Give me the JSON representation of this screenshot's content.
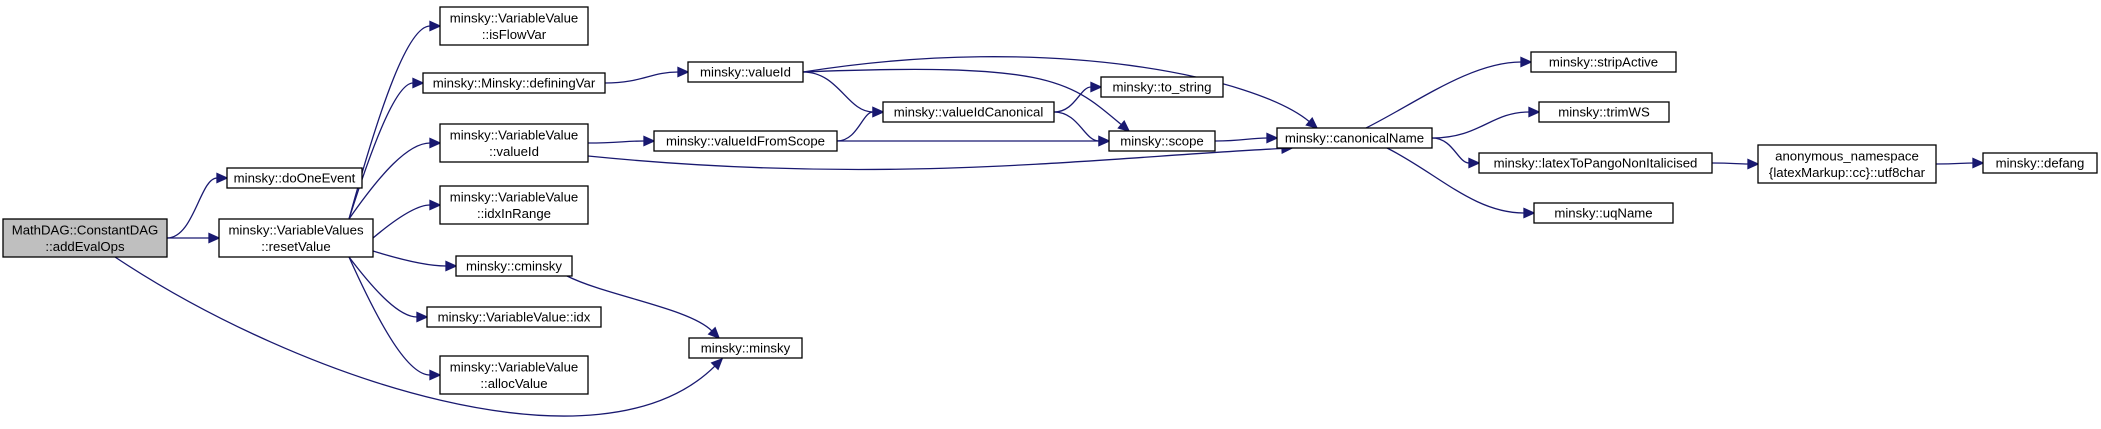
{
  "diagram": {
    "type": "call-graph",
    "colors": {
      "edge": "#191970",
      "root_fill": "#bfbfbf",
      "node_fill": "#ffffff",
      "node_border": "#000000"
    },
    "nodes": [
      {
        "id": "addEvalOps",
        "lines": [
          "MathDAG::ConstantDAG",
          "::addEvalOps"
        ],
        "root": true
      },
      {
        "id": "doOneEvent",
        "lines": [
          "minsky::doOneEvent"
        ]
      },
      {
        "id": "resetValue",
        "lines": [
          "minsky::VariableValues",
          "::resetValue"
        ]
      },
      {
        "id": "isFlowVar",
        "lines": [
          "minsky::VariableValue",
          "::isFlowVar"
        ]
      },
      {
        "id": "definingVar",
        "lines": [
          "minsky::Minsky::definingVar"
        ]
      },
      {
        "id": "vvValueId",
        "lines": [
          "minsky::VariableValue",
          "::valueId"
        ]
      },
      {
        "id": "idxInRange",
        "lines": [
          "minsky::VariableValue",
          "::idxInRange"
        ]
      },
      {
        "id": "cminsky",
        "lines": [
          "minsky::cminsky"
        ]
      },
      {
        "id": "vvIdx",
        "lines": [
          "minsky::VariableValue::idx"
        ]
      },
      {
        "id": "allocValue",
        "lines": [
          "minsky::VariableValue",
          "::allocValue"
        ]
      },
      {
        "id": "minsky",
        "lines": [
          "minsky::minsky"
        ]
      },
      {
        "id": "valueId",
        "lines": [
          "minsky::valueId"
        ]
      },
      {
        "id": "valueIdFromScope",
        "lines": [
          "minsky::valueIdFromScope"
        ]
      },
      {
        "id": "valueIdCanonical",
        "lines": [
          "minsky::valueIdCanonical"
        ]
      },
      {
        "id": "toString",
        "lines": [
          "minsky::to_string"
        ]
      },
      {
        "id": "scope",
        "lines": [
          "minsky::scope"
        ]
      },
      {
        "id": "canonicalName",
        "lines": [
          "minsky::canonicalName"
        ]
      },
      {
        "id": "stripActive",
        "lines": [
          "minsky::stripActive"
        ]
      },
      {
        "id": "trimWS",
        "lines": [
          "minsky::trimWS"
        ]
      },
      {
        "id": "latexToPango",
        "lines": [
          "minsky::latexToPangoNonItalicised"
        ]
      },
      {
        "id": "uqName",
        "lines": [
          "minsky::uqName"
        ]
      },
      {
        "id": "utf8char",
        "lines": [
          "anonymous_namespace",
          "{latexMarkup::cc}::utf8char"
        ]
      },
      {
        "id": "defang",
        "lines": [
          "minsky::defang"
        ]
      }
    ],
    "edges": [
      {
        "from": "addEvalOps",
        "to": "doOneEvent"
      },
      {
        "from": "addEvalOps",
        "to": "resetValue"
      },
      {
        "from": "addEvalOps",
        "to": "minsky"
      },
      {
        "from": "resetValue",
        "to": "isFlowVar"
      },
      {
        "from": "resetValue",
        "to": "definingVar"
      },
      {
        "from": "resetValue",
        "to": "vvValueId"
      },
      {
        "from": "resetValue",
        "to": "idxInRange"
      },
      {
        "from": "resetValue",
        "to": "cminsky"
      },
      {
        "from": "resetValue",
        "to": "vvIdx"
      },
      {
        "from": "resetValue",
        "to": "allocValue"
      },
      {
        "from": "definingVar",
        "to": "valueId"
      },
      {
        "from": "vvValueId",
        "to": "valueIdFromScope"
      },
      {
        "from": "vvValueId",
        "to": "canonicalName"
      },
      {
        "from": "cminsky",
        "to": "minsky"
      },
      {
        "from": "valueId",
        "to": "valueIdCanonical"
      },
      {
        "from": "valueId",
        "to": "scope"
      },
      {
        "from": "valueId",
        "to": "canonicalName"
      },
      {
        "from": "valueIdFromScope",
        "to": "valueIdCanonical"
      },
      {
        "from": "valueIdFromScope",
        "to": "scope"
      },
      {
        "from": "valueIdCanonical",
        "to": "toString"
      },
      {
        "from": "valueIdCanonical",
        "to": "scope"
      },
      {
        "from": "scope",
        "to": "canonicalName"
      },
      {
        "from": "canonicalName",
        "to": "stripActive"
      },
      {
        "from": "canonicalName",
        "to": "trimWS"
      },
      {
        "from": "canonicalName",
        "to": "latexToPango"
      },
      {
        "from": "canonicalName",
        "to": "uqName"
      },
      {
        "from": "latexToPango",
        "to": "utf8char"
      },
      {
        "from": "utf8char",
        "to": "defang"
      }
    ]
  }
}
